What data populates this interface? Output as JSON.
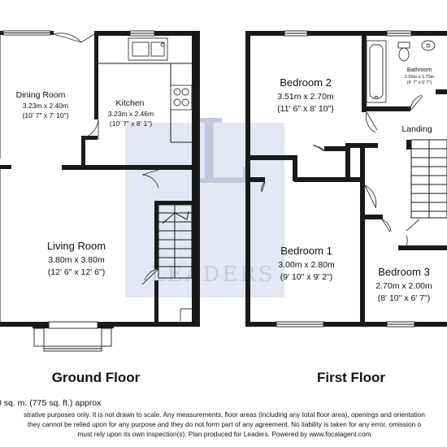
{
  "watermark": {
    "letter": "L",
    "text": "LEADERS"
  },
  "ground_floor": {
    "label": "Ground Floor",
    "rooms": [
      {
        "name": "Dining Room",
        "metric": "3.23m x 2.40m",
        "imperial": "(10' 7\" x 7' 10\")"
      },
      {
        "name": "Kitchen",
        "metric": "3.23m x 2.46m",
        "imperial": "(10' 7\" x 8' 1\")"
      },
      {
        "name": "Living Room",
        "metric": "3.80m x 3.80m",
        "imperial": "(12' 6\" x 12' 6\")"
      }
    ]
  },
  "first_floor": {
    "label": "First Floor",
    "rooms": [
      {
        "name": "Bedroom 2",
        "metric": "3.51m x 2.70m",
        "imperial": "(11' 6\" x 8' 10\")"
      },
      {
        "name": "Bathroom",
        "metric": "2.00m x 1.70m",
        "imperial": "(6' 7\" x 5' 7\")"
      },
      {
        "name": "Landing",
        "metric": "",
        "imperial": ""
      },
      {
        "name": "Bedroom 1",
        "metric": "3.00m x 2.80m",
        "imperial": "(9' 10\" x 9' 2\")"
      },
      {
        "name": "Bedroom 3",
        "metric": "2.70m x 2.00m",
        "imperial": "(8' 10\" x 6' 7\")"
      }
    ]
  },
  "footer": {
    "area": "0 sq. m. (775 sq. ft.) approx",
    "disclaimer_1": "strative purposes only. It is not drawn to scale. Any measurements, floor areas (including any total floor area), openings and orientation",
    "disclaimer_2": "they cannot be relied upon for any purpose and they do not form part of any agreement. No liability is taken for any error, omission o",
    "disclaimer_3": "must rely upon its own inspection(s). Plan produced for Leaders. Powered by www.focalagent.com"
  }
}
